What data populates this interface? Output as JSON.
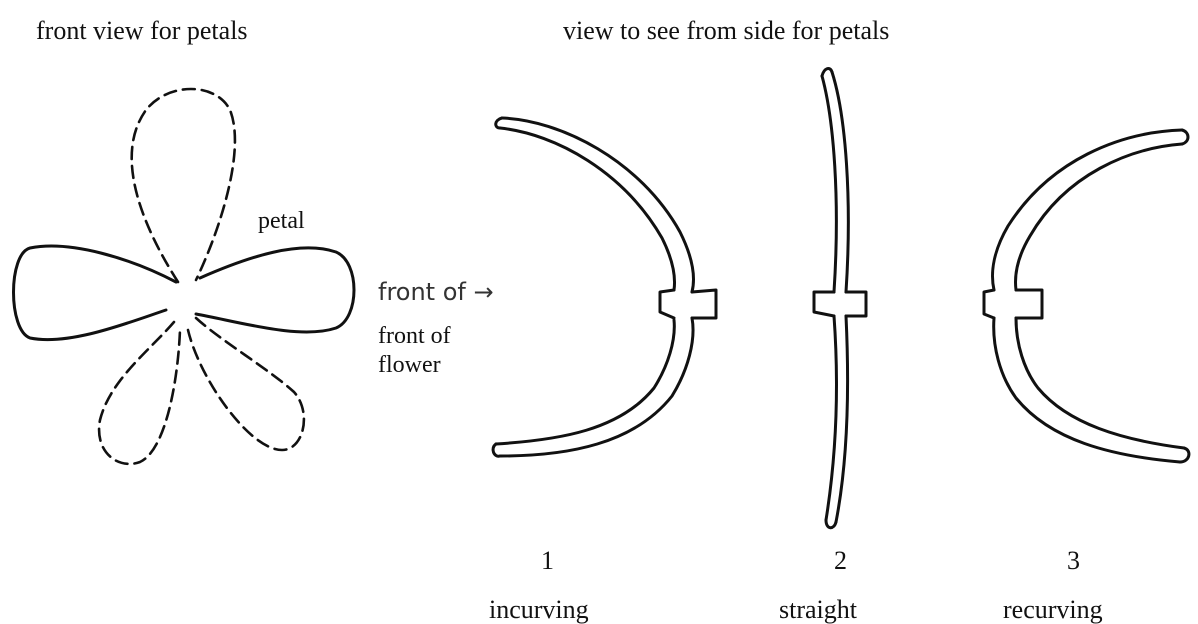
{
  "headings": {
    "front": "front view for petals",
    "side": "view to see from side for petals"
  },
  "annotations": {
    "petal": "petal",
    "front_of_arrow": "front of →",
    "front_of_flower": "front of flower"
  },
  "forms": [
    {
      "number": "1",
      "name": "incurving"
    },
    {
      "number": "2",
      "name": "straight"
    },
    {
      "number": "3",
      "name": "recurving"
    }
  ]
}
